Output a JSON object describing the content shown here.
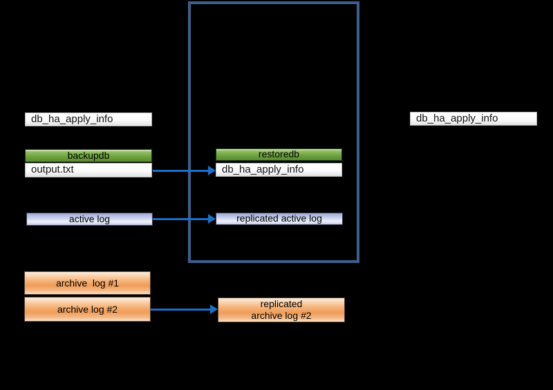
{
  "diagram": {
    "background": "#000000",
    "colors": {
      "arrow": "#1a70c8",
      "container_border": "#3a618e",
      "green_box": "#6ca23e",
      "lavender_box": "#b7c0e4",
      "orange_box": "#f2a765",
      "white_box": "#ffffff",
      "box_text": "#000000"
    },
    "nodes": {
      "source_apply_info": "db_ha_apply_info",
      "backupdb": "backupdb",
      "output_txt": "output.txt",
      "active_log": "active log",
      "archive_log_1": "archive  log #1",
      "archive_log_2": "archive log #2",
      "restoredb": "restoredb",
      "restored_apply_info": "db_ha_apply_info",
      "replicated_active_log": "replicated active log",
      "replicated_archive_log_2": {
        "line1": "replicated",
        "line2": "archive log #2"
      },
      "target_apply_info": "db_ha_apply_info"
    },
    "connections": [
      {
        "from": "output.txt",
        "to": "db_ha_apply_info"
      },
      {
        "from": "active log",
        "to": "replicated active log"
      },
      {
        "from": "archive log #2",
        "to": "replicated archive log #2"
      }
    ]
  }
}
